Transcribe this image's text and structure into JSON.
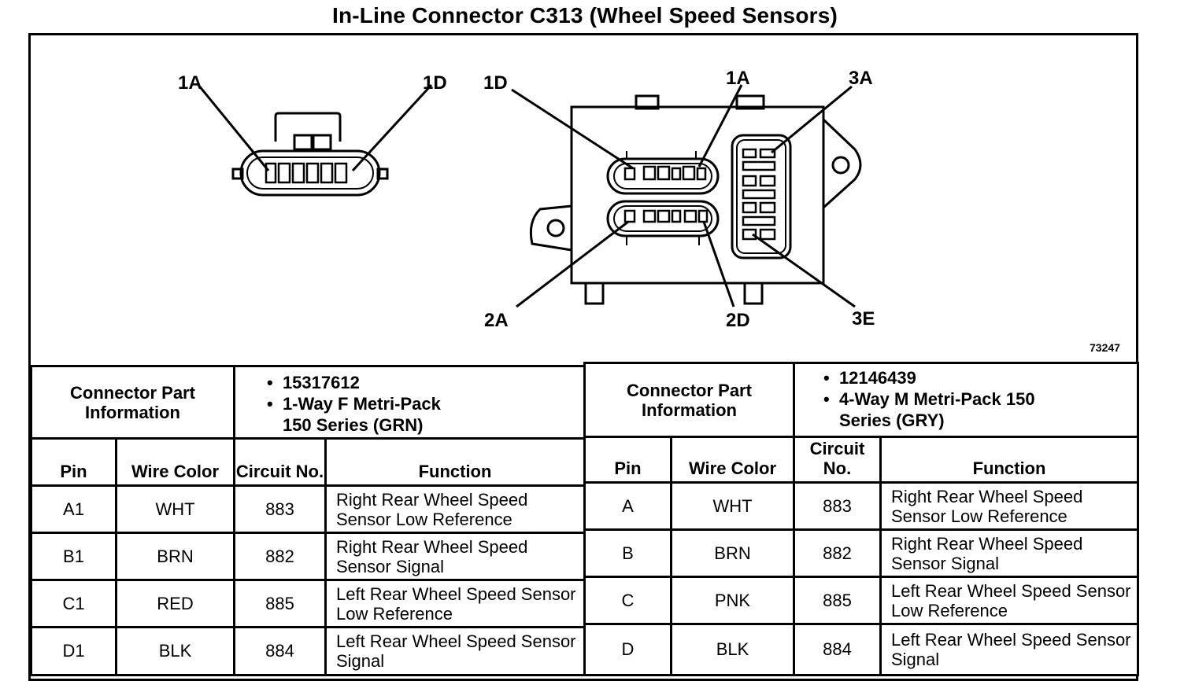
{
  "title": "In-Line Connector C313 (Wheel Speed Sensors)",
  "figure_id": "73247",
  "left_diagram_labels": {
    "pin_first": "1A",
    "pin_last": "1D"
  },
  "right_diagram_labels": {
    "top_left": "1D",
    "top_mid": "1A",
    "top_right": "3A",
    "bottom_left": "2A",
    "bottom_mid": "2D",
    "bottom_right": "3E"
  },
  "left_table": {
    "part_info_label": "Connector Part Information",
    "part_info": [
      "15317612",
      "1-Way F Metri-Pack 150 Series (GRN)"
    ],
    "headers": [
      "Pin",
      "Wire Color",
      "Circuit No.",
      "Function"
    ],
    "rows": [
      [
        "A1",
        "WHT",
        "883",
        "Right Rear Wheel Speed Sensor Low Reference"
      ],
      [
        "B1",
        "BRN",
        "882",
        "Right Rear Wheel Speed Sensor Signal"
      ],
      [
        "C1",
        "RED",
        "885",
        "Left Rear Wheel Speed Sensor Low Reference"
      ],
      [
        "D1",
        "BLK",
        "884",
        "Left Rear Wheel Speed Sensor Signal"
      ]
    ]
  },
  "right_table": {
    "part_info_label": "Connector Part Information",
    "part_info": [
      "12146439",
      "4-Way M Metri-Pack 150 Series (GRY)"
    ],
    "headers": [
      "Pin",
      "Wire Color",
      "Circuit No.",
      "Function"
    ],
    "rows": [
      [
        "A",
        "WHT",
        "883",
        "Right Rear Wheel Speed Sensor Low Reference"
      ],
      [
        "B",
        "BRN",
        "882",
        "Right Rear Wheel Speed Sensor Signal"
      ],
      [
        "C",
        "PNK",
        "885",
        "Left Rear Wheel Speed Sensor Low Reference"
      ],
      [
        "D",
        "BLK",
        "884",
        "Left Rear Wheel Speed Sensor Signal"
      ]
    ]
  }
}
